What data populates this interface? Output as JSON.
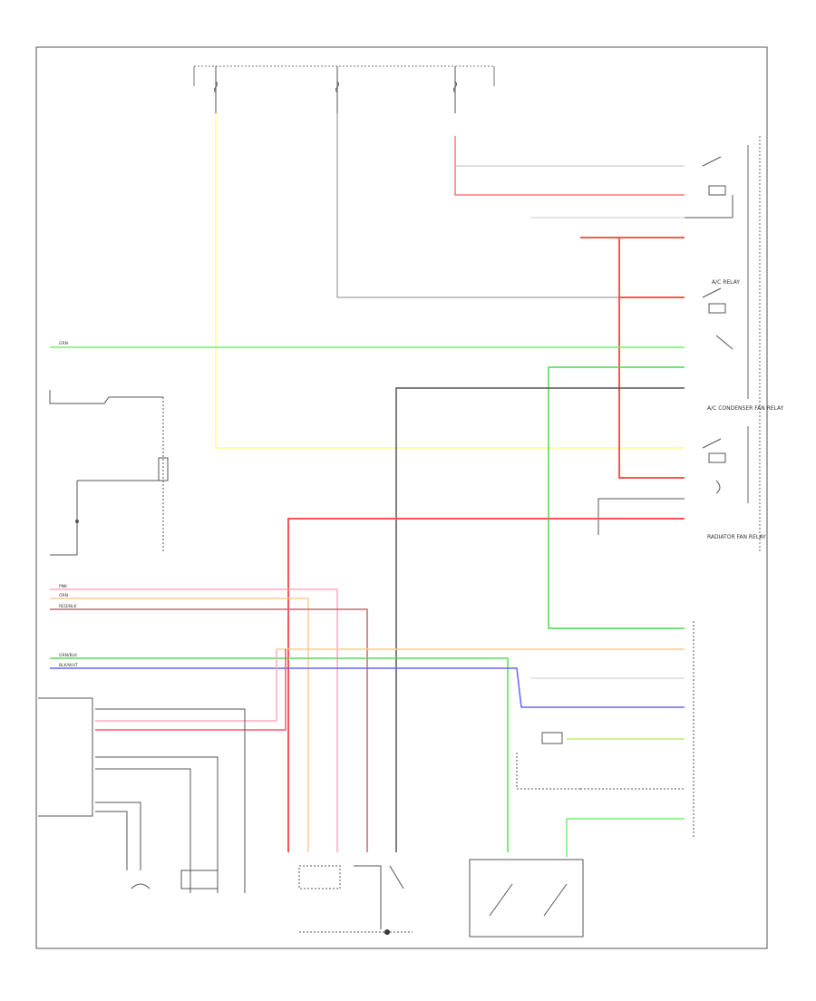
{
  "diagram_code": "",
  "fuses": {
    "f1": {
      "title": "",
      "sub": ""
    },
    "f2": {
      "title": "",
      "sub": ""
    },
    "f3": {
      "title": "",
      "sub": ""
    }
  },
  "wire_colors": {
    "yellow": "#ffff99",
    "green": "#66ee66",
    "red": "#ff5555",
    "pink": "#ffb6c8",
    "orange": "#ffcc99",
    "blue": "#6666ff",
    "gray": "#777777",
    "dark": "#333333",
    "lightgray": "#cccccc"
  },
  "labels": {
    "fl_green": "GRN",
    "fl_pink": "PNK",
    "fl_orange": "ORN",
    "fl_redblk": "RED/BLK",
    "fl_grnblk": "GRN/BLK",
    "fl_blkwht": "BLK/WHT"
  },
  "components": {
    "ac_relay": "A/C RELAY",
    "cond_fan_relay": "A/C CONDENSER FAN RELAY",
    "rad_fan_relay": "RADIATOR FAN RELAY",
    "pcm": "",
    "dual_pressure": "",
    "ac_compressor": "",
    "cond_fan_motor": "",
    "rad_fan_motor": ""
  }
}
